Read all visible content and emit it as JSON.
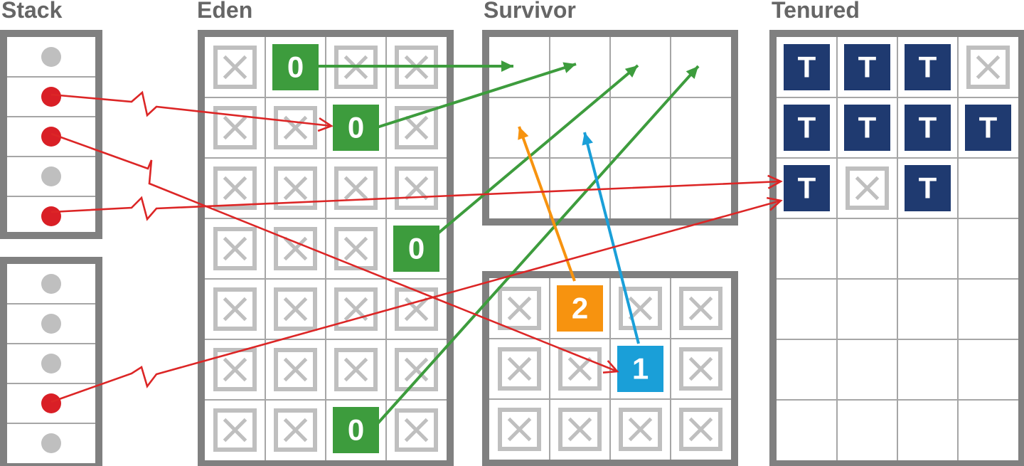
{
  "titles": {
    "stack": "Stack",
    "eden": "Eden",
    "survivor": "Survivor",
    "tenured": "Tenured"
  },
  "colors": {
    "frame": "#808080",
    "cell_line": "#a6a6a6",
    "dead": "#bfbfbf",
    "age0": "#3d9c3d",
    "age1": "#1a9fd8",
    "age2": "#f7930f",
    "tenured": "#1f3a70",
    "reference": "#dc2626",
    "stack_ref": "#d91f26",
    "stack_empty": "#bfbfbf"
  },
  "stack": {
    "frames": [
      [
        "empty",
        "ref",
        "ref",
        "empty",
        "ref"
      ],
      [
        "empty",
        "empty",
        "empty",
        "ref",
        "empty"
      ]
    ]
  },
  "eden": {
    "cells": [
      [
        "dead",
        "0",
        "dead",
        "dead"
      ],
      [
        "dead",
        "dead",
        "0",
        "dead"
      ],
      [
        "dead",
        "dead",
        "dead",
        "dead"
      ],
      [
        "dead",
        "dead",
        "dead",
        "0"
      ],
      [
        "dead",
        "dead",
        "dead",
        "dead"
      ],
      [
        "dead",
        "dead",
        "dead",
        "dead"
      ],
      [
        "dead",
        "dead",
        "0",
        "dead"
      ]
    ]
  },
  "survivor_to": {
    "cells": [
      [
        "",
        "",
        "",
        ""
      ],
      [
        "",
        "",
        "",
        ""
      ],
      [
        "",
        "",
        "",
        ""
      ]
    ]
  },
  "survivor_from": {
    "cells": [
      [
        "dead",
        "2",
        "dead",
        "dead"
      ],
      [
        "dead",
        "dead",
        "1",
        "dead"
      ],
      [
        "dead",
        "dead",
        "dead",
        "dead"
      ]
    ]
  },
  "tenured": {
    "cells": [
      [
        "T",
        "T",
        "T",
        "dead"
      ],
      [
        "T",
        "T",
        "T",
        "T"
      ],
      [
        "T",
        "dead",
        "T",
        ""
      ],
      [
        "",
        "",
        "",
        ""
      ],
      [
        "",
        "",
        "",
        ""
      ],
      [
        "",
        "",
        "",
        ""
      ],
      [
        "",
        "",
        "",
        ""
      ]
    ]
  },
  "arrows": [
    {
      "name": "arrow-eden-0-to-survivor",
      "color": "age0"
    },
    {
      "name": "arrow-eden-0-to-survivor",
      "color": "age0"
    },
    {
      "name": "arrow-eden-0-to-survivor",
      "color": "age0"
    },
    {
      "name": "arrow-eden-0-to-survivor",
      "color": "age0"
    },
    {
      "name": "arrow-survivor-2-to-survivor",
      "color": "age2"
    },
    {
      "name": "arrow-survivor-1-to-survivor",
      "color": "age1"
    },
    {
      "name": "reference-stack-to-eden",
      "color": "reference"
    },
    {
      "name": "reference-stack-to-survivor",
      "color": "reference"
    },
    {
      "name": "reference-stack-to-tenured",
      "color": "reference"
    },
    {
      "name": "reference-stack-to-tenured",
      "color": "reference"
    }
  ]
}
